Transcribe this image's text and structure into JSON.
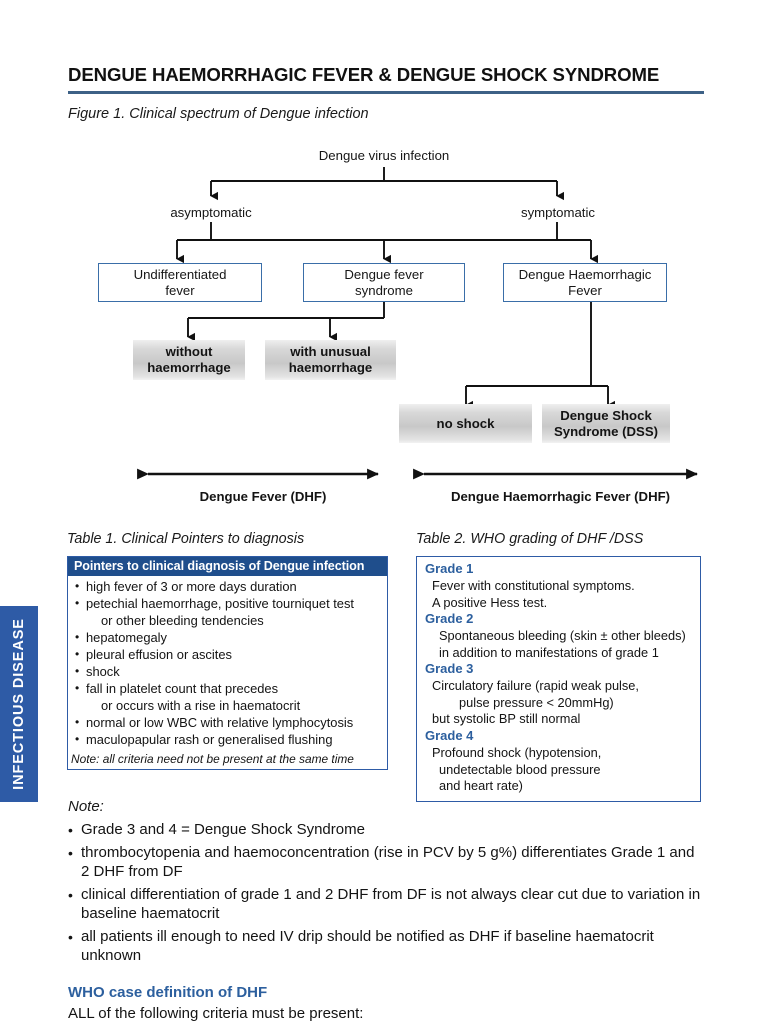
{
  "sidebar": {
    "tab_label": "INFECTIOUS DISEASE",
    "color": "#2e5ba6"
  },
  "header": {
    "title": "DENGUE HAEMORRHAGIC FEVER & DENGUE SHOCK SYNDROME",
    "rule_color": "#3d6186",
    "figure_caption": "Figure 1. Clinical spectrum of Dengue infection"
  },
  "flowchart": {
    "root": "Dengue virus infection",
    "branch_left": "asymptomatic",
    "branch_right": "symptomatic",
    "boxes": {
      "undifferentiated": "Undifferentiated\nfever",
      "undifferentiated_line1": "Undifferentiated",
      "undifferentiated_line2": "fever",
      "dengue_fever_line1": "Dengue fever",
      "dengue_fever_line2": "syndrome",
      "dhf_line1": "Dengue Haemorrhagic",
      "dhf_line2": "Fever",
      "without_line1": "without",
      "without_line2": "haemorrhage",
      "with_line1": "with unusual",
      "with_line2": "haemorrhage",
      "no_shock": "no shock",
      "dss_line1": "Dengue Shock",
      "dss_line2": "Syndrome (DSS)"
    },
    "span_left": "Dengue Fever (DHF)",
    "span_right": "Dengue Haemorrhagic Fever (DHF)",
    "box_border_color": "#3a6ea8"
  },
  "table1": {
    "caption": "Table 1. Clinical Pointers to diagnosis",
    "header": "Pointers to clinical diagnosis of Dengue infection",
    "header_bg": "#1f4e8c",
    "items": [
      {
        "text": "high fever of 3 or more days duration",
        "cont": null
      },
      {
        "text": "petechial haemorrhage, positive tourniquet test",
        "cont": "or other bleeding tendencies"
      },
      {
        "text": "hepatomegaly",
        "cont": null
      },
      {
        "text": "pleural effusion or ascites",
        "cont": null
      },
      {
        "text": "shock",
        "cont": null
      },
      {
        "text": "fall in platelet count that precedes",
        "cont": "or occurs with a rise in haematocrit"
      },
      {
        "text": "normal or low WBC with relative lymphocytosis",
        "cont": null
      },
      {
        "text": "maculopapular rash or generalised flushing",
        "cont": null
      }
    ],
    "note": "Note: all criteria need not be present at the same time",
    "bullet": "•"
  },
  "table2": {
    "caption": "Table 2. WHO grading of DHF /DSS",
    "grade_color": "#2c5f9e",
    "grades": [
      {
        "label": "Grade 1",
        "lines": [
          {
            "text": "Fever with constitutional symptoms.",
            "indent": 1
          },
          {
            "text": "A positive Hess test.",
            "indent": 1
          }
        ]
      },
      {
        "label": "Grade 2",
        "lines": [
          {
            "text": "Spontaneous bleeding (skin ± other bleeds)",
            "indent": 2
          },
          {
            "text": "in addition to manifestations of grade 1",
            "indent": 2
          }
        ]
      },
      {
        "label": "Grade 3",
        "lines": [
          {
            "text": "Circulatory failure (rapid weak pulse,",
            "indent": 1
          },
          {
            "text": "pulse pressure < 20mmHg)",
            "indent": 3
          },
          {
            "text": "but systolic BP still normal",
            "indent": 1
          }
        ]
      },
      {
        "label": "Grade 4",
        "lines": [
          {
            "text": "Profound shock (hypotension,",
            "indent": 1
          },
          {
            "text": "undetectable blood pressure",
            "indent": 2
          },
          {
            "text": "and heart rate)",
            "indent": 2
          }
        ]
      }
    ]
  },
  "notes": {
    "heading": "Note:",
    "bullet": "•",
    "items": [
      "Grade 3 and 4 = Dengue Shock Syndrome",
      "thrombocytopenia and haemoconcentration (rise in PCV by 5 g%) differentiates Grade 1 and 2 DHF from DF",
      "clinical differentiation of grade 1 and 2 DHF from DF is not always clear cut due to variation in baseline haematocrit",
      "all patients ill enough to need IV drip should be notified as DHF if baseline haematocrit unknown"
    ]
  },
  "who_definition": {
    "heading": "WHO case definition of DHF",
    "subtitle": "ALL of the following criteria must be present:",
    "heading_color": "#2c5f9e"
  }
}
